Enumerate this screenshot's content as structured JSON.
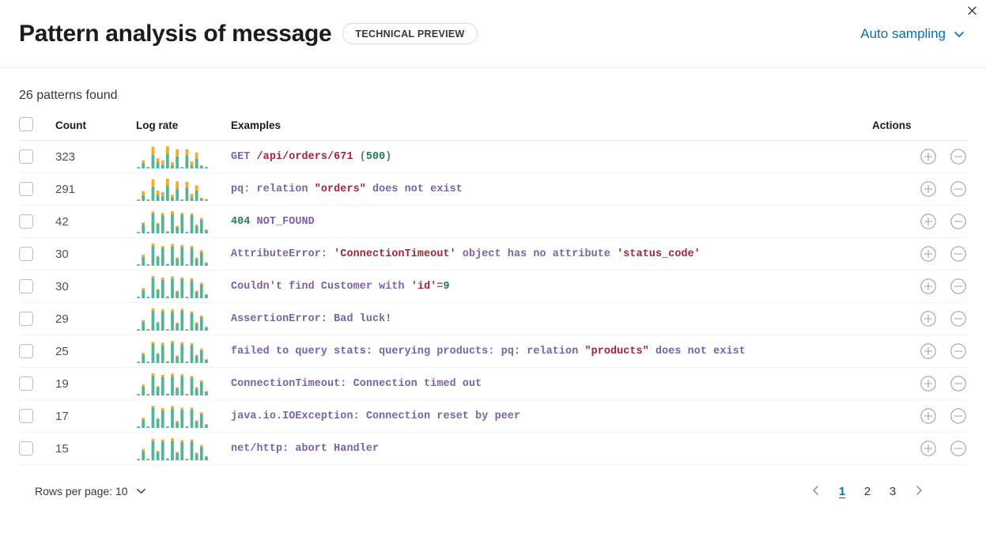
{
  "header": {
    "title": "Pattern analysis of message",
    "badge": "TECHNICAL PREVIEW",
    "sampling_label": "Auto sampling",
    "chevron_icon": "chevron-down-icon",
    "close_icon": "close-icon"
  },
  "summary": {
    "patterns_found": "26 patterns found"
  },
  "table": {
    "columns": {
      "select": "",
      "count": "Count",
      "log_rate": "Log rate",
      "examples": "Examples",
      "actions": "Actions"
    },
    "row_actions": {
      "add_icon": "plus-in-circle-icon",
      "remove_icon": "minus-in-circle-icon"
    },
    "rows": [
      {
        "count": "323",
        "example": "GET /api/orders/671 (500)",
        "tokens": [
          {
            "t": "GET ",
            "k": "def"
          },
          {
            "t": "/api/orders/671",
            "k": "str"
          },
          {
            "t": " (",
            "k": "def"
          },
          {
            "t": "500",
            "k": "num"
          },
          {
            "t": ")",
            "k": "def"
          }
        ],
        "sparkline": {
          "base": [
            3,
            22,
            2,
            56,
            28,
            16,
            62,
            14,
            50,
            2,
            54,
            13,
            42,
            10,
            5
          ],
          "accent": [
            1,
            12,
            1,
            34,
            14,
            18,
            30,
            12,
            30,
            1,
            26,
            16,
            24,
            4,
            2
          ]
        }
      },
      {
        "count": "291",
        "example": "pq: relation \"orders\" does not exist",
        "tokens": [
          {
            "t": "pq: relation ",
            "k": "def"
          },
          {
            "t": "\"orders\"",
            "k": "str"
          },
          {
            "t": " does not exist",
            "k": "def"
          }
        ],
        "sparkline": {
          "base": [
            2,
            24,
            2,
            54,
            24,
            18,
            60,
            14,
            48,
            2,
            52,
            14,
            40,
            9,
            5
          ],
          "accent": [
            1,
            14,
            1,
            30,
            16,
            16,
            26,
            10,
            28,
            1,
            22,
            14,
            20,
            3,
            2
          ]
        }
      },
      {
        "count": "42",
        "example": "404 NOT_FOUND",
        "tokens": [
          {
            "t": "404",
            "k": "num"
          },
          {
            "t": " NOT_FOUND",
            "k": "def"
          }
        ],
        "sparkline": {
          "base": [
            3,
            30,
            3,
            64,
            30,
            58,
            6,
            62,
            20,
            60,
            4,
            58,
            24,
            44,
            10
          ],
          "accent": [
            1,
            5,
            1,
            6,
            3,
            7,
            1,
            9,
            4,
            6,
            1,
            6,
            4,
            5,
            2
          ]
        }
      },
      {
        "count": "30",
        "example": "AttributeError: 'ConnectionTimeout' object has no attribute 'status_code'",
        "tokens": [
          {
            "t": "AttributeError: ",
            "k": "def"
          },
          {
            "t": "'ConnectionTimeout'",
            "k": "str"
          },
          {
            "t": " object has no attribute ",
            "k": "def"
          },
          {
            "t": "'status_code'",
            "k": "str"
          }
        ],
        "sparkline": {
          "base": [
            3,
            28,
            4,
            62,
            28,
            56,
            5,
            60,
            22,
            58,
            4,
            56,
            22,
            42,
            9
          ],
          "accent": [
            1,
            6,
            1,
            7,
            3,
            6,
            1,
            8,
            4,
            7,
            1,
            6,
            4,
            6,
            2
          ]
        }
      },
      {
        "count": "30",
        "example": "Couldn't find Customer with 'id'=9",
        "tokens": [
          {
            "t": "Couldn't find Customer with ",
            "k": "def"
          },
          {
            "t": "'id'",
            "k": "str"
          },
          {
            "t": "=",
            "k": "def"
          },
          {
            "t": "9",
            "k": "num"
          }
        ],
        "sparkline": {
          "base": [
            4,
            26,
            4,
            64,
            26,
            58,
            5,
            62,
            20,
            60,
            4,
            56,
            20,
            44,
            11
          ],
          "accent": [
            1,
            6,
            1,
            6,
            3,
            7,
            1,
            7,
            4,
            6,
            1,
            7,
            4,
            5,
            2
          ]
        }
      },
      {
        "count": "29",
        "example": "AssertionError: Bad luck!",
        "tokens": [
          {
            "t": "AssertionError: Bad luck!",
            "k": "def"
          }
        ],
        "sparkline": {
          "base": [
            3,
            28,
            3,
            62,
            24,
            60,
            4,
            58,
            22,
            62,
            4,
            54,
            22,
            42,
            10
          ],
          "accent": [
            1,
            5,
            1,
            7,
            3,
            6,
            1,
            8,
            3,
            6,
            1,
            6,
            4,
            5,
            2
          ]
        }
      },
      {
        "count": "25",
        "example": "failed to query stats: querying products: pq: relation \"products\" does not exist",
        "tokens": [
          {
            "t": "failed to query stats: querying products: pq: relation ",
            "k": "def"
          },
          {
            "t": "\"products\"",
            "k": "str"
          },
          {
            "t": " does not exist",
            "k": "def"
          }
        ],
        "sparkline": {
          "base": [
            3,
            26,
            4,
            60,
            28,
            56,
            5,
            62,
            20,
            58,
            4,
            56,
            22,
            40,
            10
          ],
          "accent": [
            1,
            6,
            1,
            6,
            3,
            7,
            1,
            7,
            4,
            7,
            1,
            6,
            4,
            5,
            2
          ]
        }
      },
      {
        "count": "19",
        "example": "ConnectionTimeout: Connection timed out",
        "tokens": [
          {
            "t": "ConnectionTimeout: Connection timed out",
            "k": "def"
          }
        ],
        "sparkline": {
          "base": [
            4,
            28,
            4,
            62,
            26,
            58,
            5,
            60,
            22,
            60,
            4,
            54,
            22,
            42,
            12
          ],
          "accent": [
            1,
            6,
            1,
            7,
            3,
            6,
            1,
            8,
            4,
            6,
            1,
            7,
            4,
            5,
            2
          ]
        }
      },
      {
        "count": "17",
        "example": "java.io.IOException: Connection reset by peer",
        "tokens": [
          {
            "t": "java.io.IOException: Connection reset by peer",
            "k": "def"
          }
        ],
        "sparkline": {
          "base": [
            3,
            26,
            3,
            64,
            28,
            56,
            4,
            62,
            18,
            58,
            4,
            58,
            20,
            44,
            10
          ],
          "accent": [
            1,
            6,
            1,
            6,
            3,
            7,
            1,
            7,
            4,
            6,
            1,
            6,
            4,
            5,
            2
          ]
        }
      },
      {
        "count": "15",
        "example": "net/http: abort Handler",
        "tokens": [
          {
            "t": "net/http: abort Handler",
            "k": "def"
          }
        ],
        "sparkline": {
          "base": [
            3,
            28,
            4,
            60,
            26,
            58,
            5,
            60,
            22,
            56,
            4,
            58,
            20,
            42,
            11
          ],
          "accent": [
            1,
            7,
            1,
            6,
            3,
            6,
            1,
            8,
            4,
            6,
            1,
            6,
            4,
            5,
            2
          ]
        }
      }
    ]
  },
  "footer": {
    "rows_per_page": "Rows per page: 10",
    "rows_per_page_chevron": "chevron-down-icon",
    "prev_icon": "chevron-left-icon",
    "next_icon": "chevron-right-icon",
    "pages": [
      "1",
      "2",
      "3"
    ],
    "active_page": "1"
  },
  "colors": {
    "link": "#0071c2",
    "spark_base": "#54b399",
    "spark_accent": "#fcab20",
    "token_default": "#7b61a8",
    "token_string": "#a3243b",
    "token_number": "#1d7b5b"
  }
}
